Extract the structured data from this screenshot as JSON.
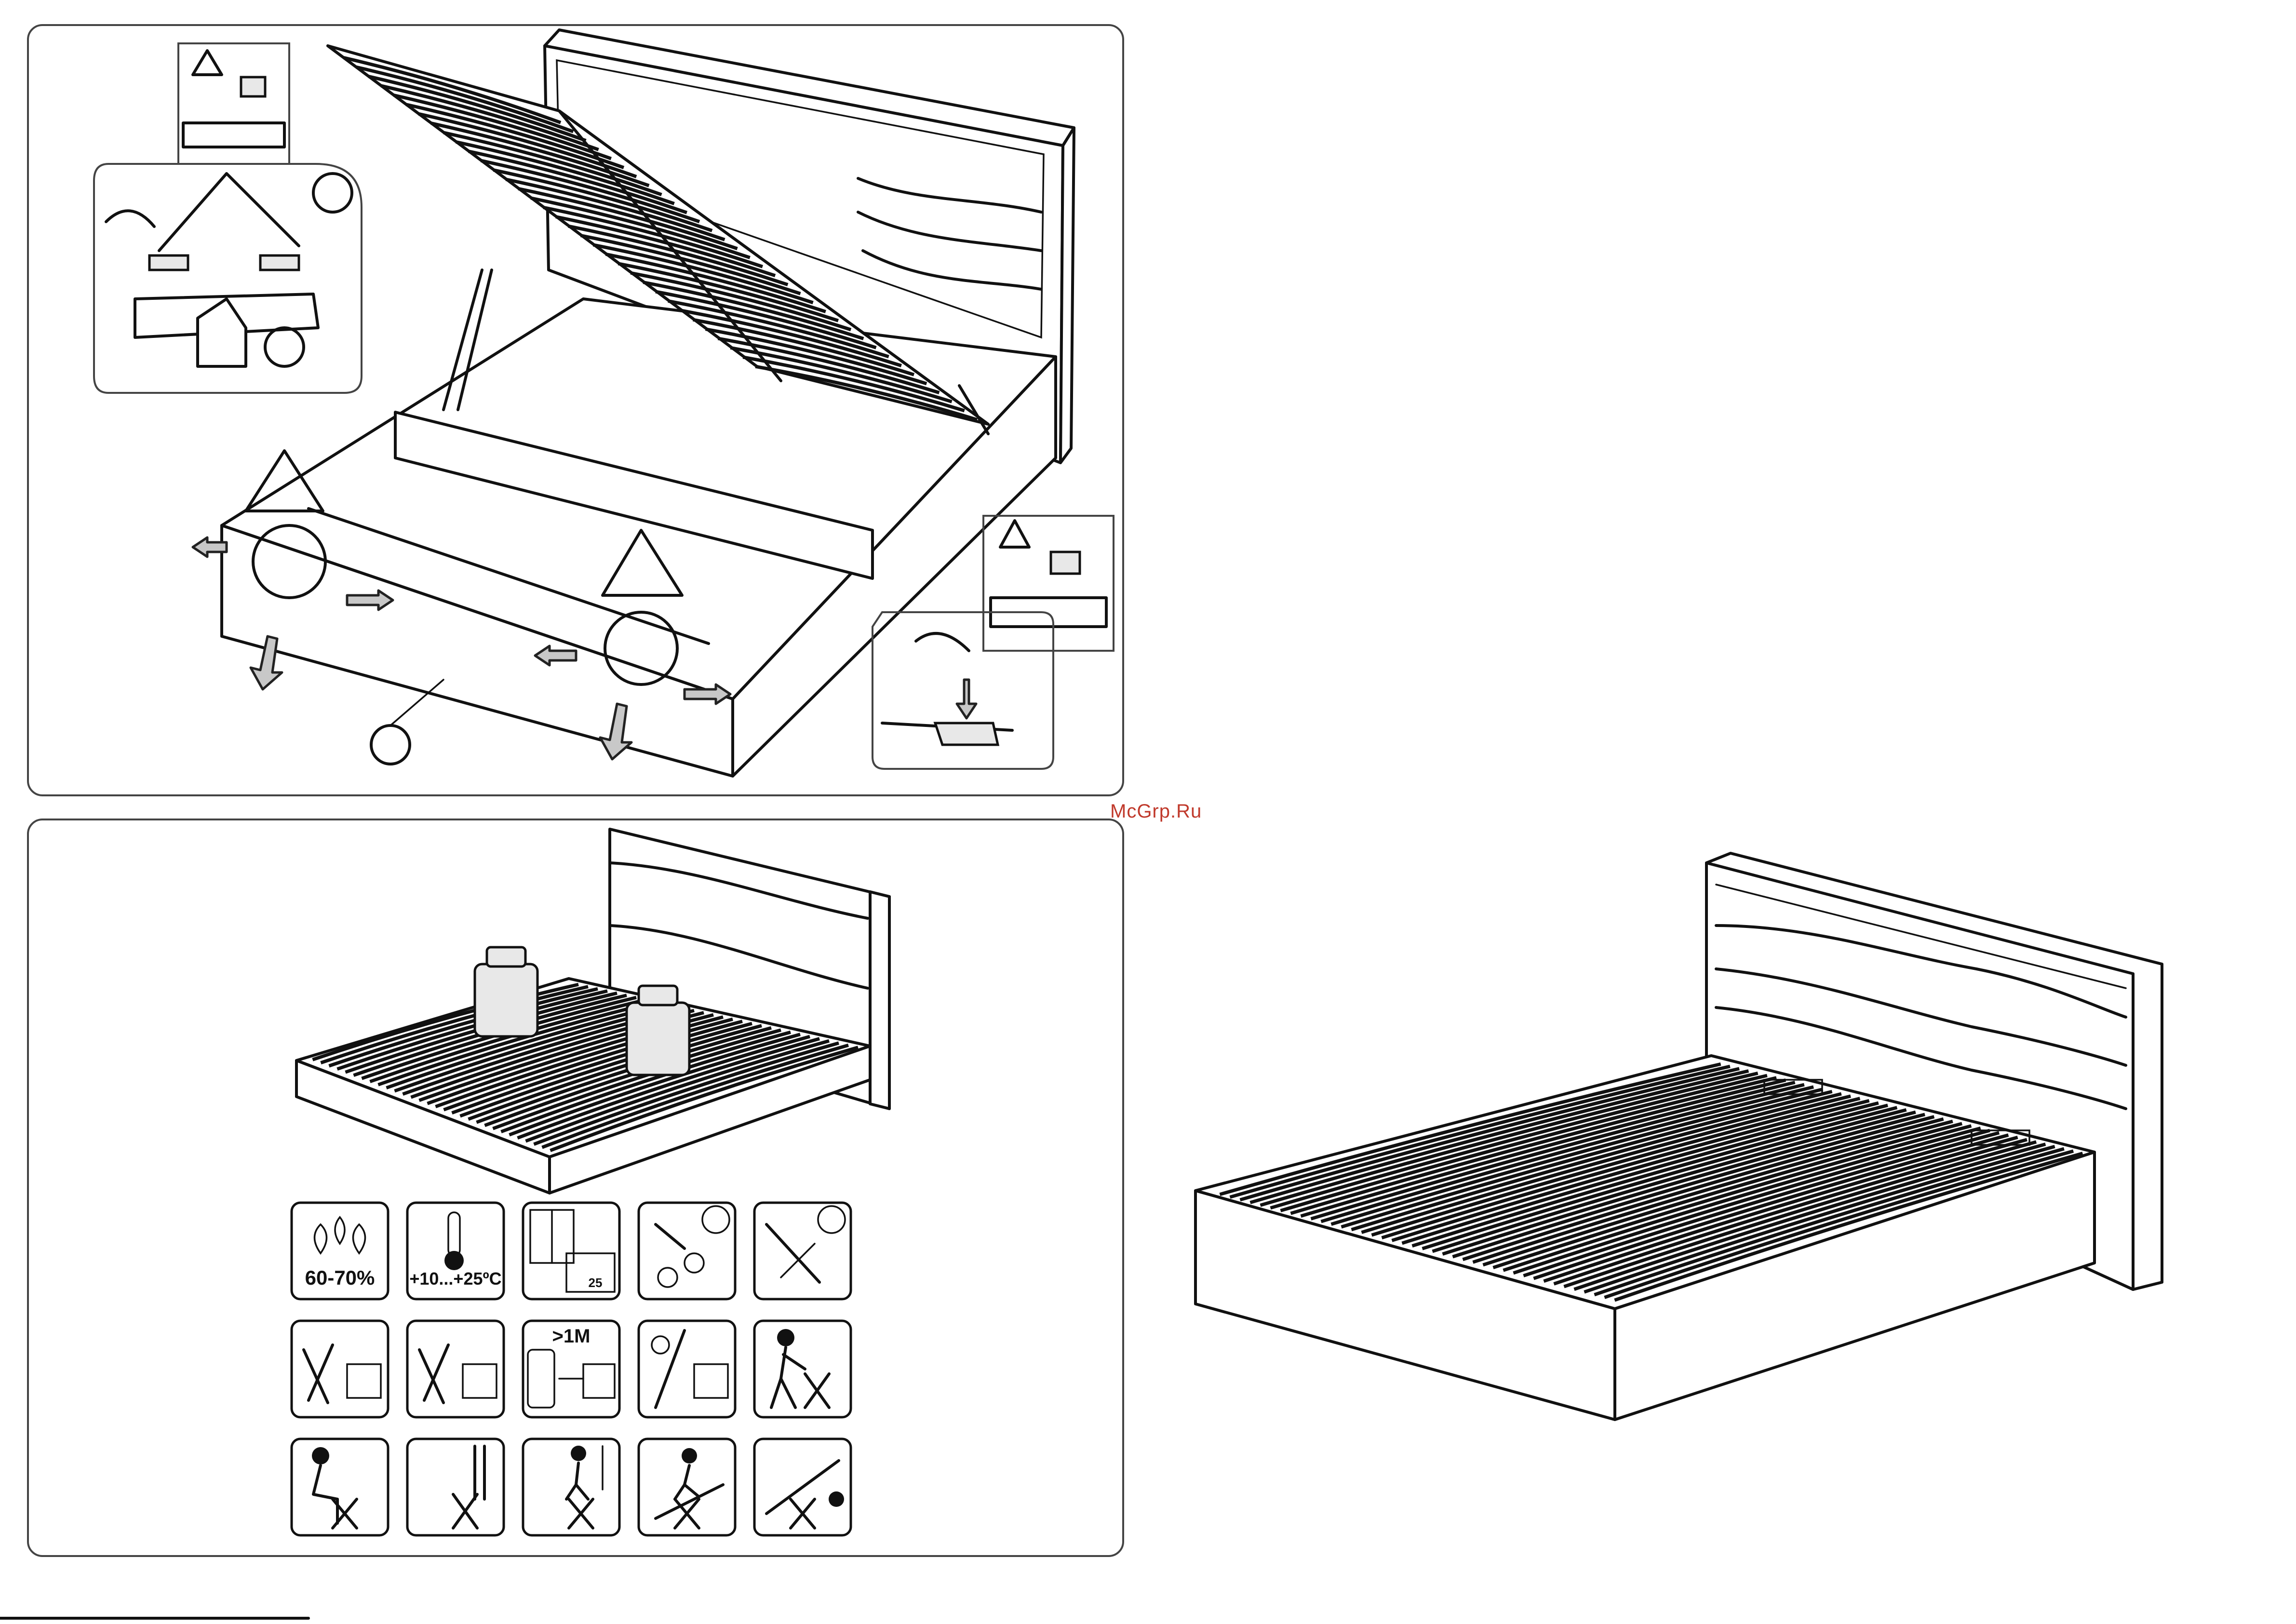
{
  "watermark": "McGrp.Ru",
  "care_icons": {
    "humidity_label": "60-70%",
    "temperature_label": "+10...+25ºC",
    "distance_label": ">1M",
    "calendar_label": "25"
  },
  "icon_names": [
    "humidity-drops-icon",
    "thermometer-icon",
    "window-calendar-icon",
    "gears-clock-icon",
    "wrench-clock-icon",
    "no-wet-cleaning-icon",
    "no-liquid-spill-icon",
    "heater-distance-icon",
    "no-direct-sunlight-icon",
    "no-pushing-bed-icon",
    "no-sitting-on-edge-icon",
    "no-standing-on-bed-icon",
    "no-jumping-on-bed-icon",
    "no-climbing-on-lid-icon",
    "no-crawling-under-lid-icon"
  ]
}
